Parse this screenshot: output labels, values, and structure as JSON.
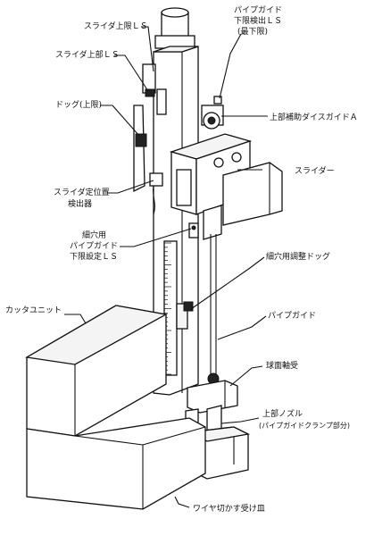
{
  "labels": {
    "slider_upper_limit_ls": "スライダ上限ＬＳ",
    "slider_upper_ls": "スライダ上部ＬＳ",
    "dog_upper_limit": "ドッグ(上限)",
    "slider_positioning_detector_line1": "スライダ定位置",
    "slider_positioning_detector_line2": "検出器",
    "small_hole_pipe_guide_line1": "細穴用",
    "small_hole_pipe_guide_line2": "パイプガイド",
    "small_hole_pipe_guide_line3": "下限設定ＬＳ",
    "cutter_unit": "カッタユニット",
    "pipe_guide_lower_detect_line1": "パイプガイド",
    "pipe_guide_lower_detect_line2": "下限検出ＬＳ",
    "pipe_guide_lower_detect_line3": "(最下限)",
    "upper_aux_die_guide": "上部補助ダイスガイドＡ",
    "slider": "スライダー",
    "small_hole_adjust_dog": "細穴用調整ドッグ",
    "pipe_guide": "パイプガイド",
    "spherical_bearing": "球面軸受",
    "upper_nozzle_line1": "上部ノズル",
    "upper_nozzle_line2": "(パイプガイドクランプ部分)",
    "wire_scrap_tray": "ワイヤ切かす受け皿"
  }
}
